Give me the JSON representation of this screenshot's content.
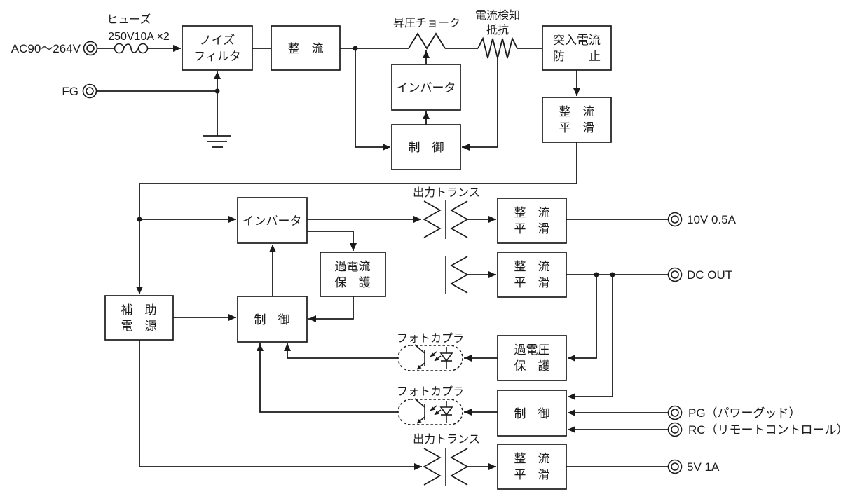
{
  "background": "#ffffff",
  "line_color": "#1a1a1a",
  "io": {
    "ac_input": "AC90〜264V",
    "fg": "FG",
    "out_10v": "10V 0.5A",
    "dc_out": "DC OUT",
    "pg": "PG（パワーグッド）",
    "rc": "RC（リモートコントロール）",
    "out_5v": "5V 1A"
  },
  "labels": {
    "fuse_name": "ヒューズ",
    "fuse_rating": "250V10A ×2",
    "boost_choke": "昇圧チョーク",
    "current_sense_1": "電流検知",
    "current_sense_2": "抵抗",
    "output_trans_1": "出力トランス",
    "output_trans_2": "出力トランス",
    "photocoupler_1": "フォトカプラ",
    "photocoupler_2": "フォトカプラ"
  },
  "blocks": {
    "noise_filter": [
      "ノイズ",
      "フィルタ"
    ],
    "rectifier_in": [
      "整　流"
    ],
    "inrush_protect": [
      "突入電流",
      "防　　止"
    ],
    "rect_smooth_main": [
      "整　流",
      "平　滑"
    ],
    "pfc_inverter": [
      "インバータ"
    ],
    "pfc_control": [
      "制　御"
    ],
    "main_inverter": [
      "インバータ"
    ],
    "overcurrent_protect": [
      "過電流",
      "保　護"
    ],
    "aux_power": [
      "補　助",
      "電　源"
    ],
    "main_control": [
      "制　御"
    ],
    "rect_smooth_10v": [
      "整　流",
      "平　滑"
    ],
    "rect_smooth_dc": [
      "整　流",
      "平　滑"
    ],
    "overvoltage_protect": [
      "過電圧",
      "保　護"
    ],
    "sec_control": [
      "制　御"
    ],
    "rect_smooth_5v": [
      "整　流",
      "平　滑"
    ]
  }
}
